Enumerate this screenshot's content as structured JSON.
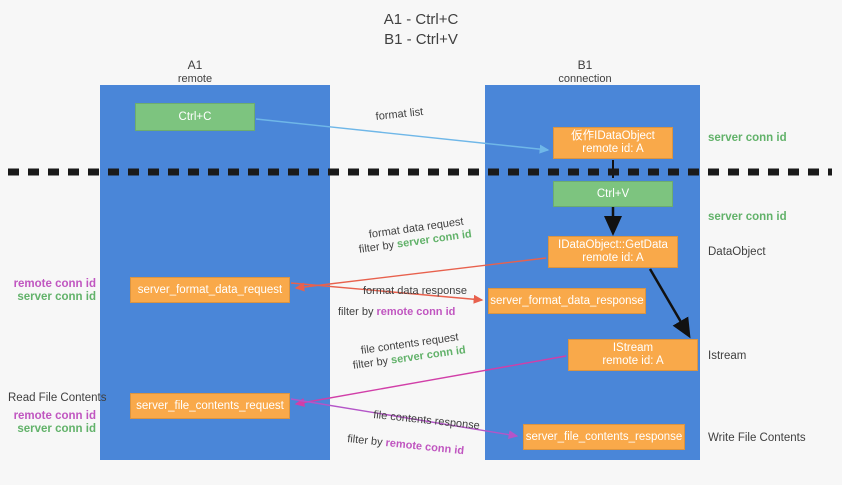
{
  "title": {
    "line1": "A1 - Ctrl+C",
    "line2": "B1 - Ctrl+V"
  },
  "columns": {
    "a": {
      "name": "A1",
      "subtitle": "remote"
    },
    "b": {
      "name": "B1",
      "subtitle": "connection"
    }
  },
  "nodes": {
    "ctrl_c": {
      "label": "Ctrl+C",
      "color": "#7dc47f"
    },
    "idataobject": {
      "line1": "仮作IDataObject",
      "line2": "remote id: A",
      "color": "#f9a94a"
    },
    "ctrl_v": {
      "label": "Ctrl+V",
      "color": "#7dc47f"
    },
    "getdata": {
      "line1": "IDataObject::GetData",
      "line2": "remote id: A",
      "color": "#f9a94a"
    },
    "format_data_request": {
      "label": "server_format_data_request",
      "color": "#f9a94a"
    },
    "format_data_response": {
      "label": "server_format_data_response",
      "color": "#f9a94a"
    },
    "istream": {
      "line1": "IStream",
      "line2": "remote id: A",
      "color": "#f9a94a"
    },
    "file_contents_request": {
      "label": "server_file_contents_request",
      "color": "#f9a94a"
    },
    "file_contents_response": {
      "label": "server_file_contents_response",
      "color": "#f9a94a"
    }
  },
  "edges": {
    "format_list": {
      "label": "format list",
      "color": "#6fb7e8"
    },
    "format_data_request": {
      "label": "format data request",
      "filter_prefix": "filter by ",
      "filter_value": "server conn id",
      "color": "#e8614d"
    },
    "format_data_response": {
      "label": "format data response",
      "filter_prefix": "filter by ",
      "filter_value": "remote conn id",
      "color": "#e8614d"
    },
    "file_contents_request": {
      "label": "file contents request",
      "filter_prefix": "filter by ",
      "filter_value": "server conn id",
      "color": "#d13fa8"
    },
    "file_contents_response": {
      "label": "file contents response",
      "filter_prefix": "filter by ",
      "filter_value": "remote conn id",
      "color": "#b455c8"
    }
  },
  "side_labels": {
    "server_conn_id_top": "server conn id",
    "server_conn_id_mid": "server conn id",
    "dataobject": "DataObject",
    "istream": "Istream",
    "write_file_contents": "Write File Contents",
    "read_file_contents": "Read File Contents",
    "remote_conn_id_1": "remote conn id",
    "server_conn_id_1": "server conn id",
    "remote_conn_id_2": "remote conn id",
    "server_conn_id_2": "server conn id"
  },
  "colors": {
    "lane": "#4a86d8",
    "green_node": "#7dc47f",
    "orange_node": "#f9a94a",
    "green_text": "#62b26a",
    "magenta_text": "#c056c0",
    "divider": "#1a1a1a"
  }
}
